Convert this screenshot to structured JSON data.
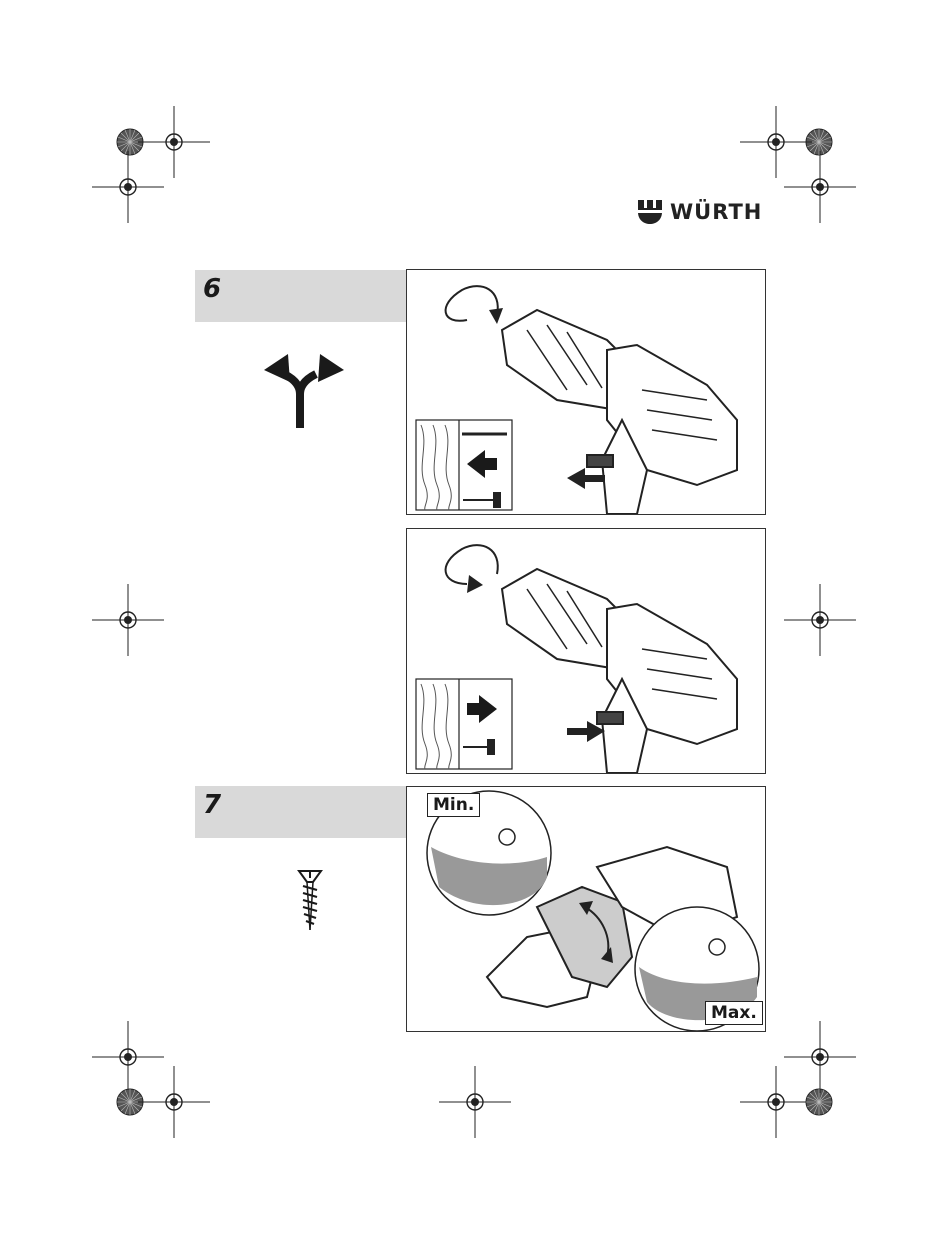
{
  "brand": {
    "logo_text": "WÜRTH"
  },
  "steps": [
    {
      "number": "6"
    },
    {
      "number": "7"
    }
  ],
  "step7_panel": {
    "min_label": "Min.",
    "max_label": "Max."
  },
  "icons": {
    "step6_symbol": "fork-arrow-icon",
    "step7_symbol": "screw-icon",
    "panel1_inset": "reverse-direction-wood-screw-icon",
    "panel2_inset": "forward-direction-wood-screw-icon"
  }
}
